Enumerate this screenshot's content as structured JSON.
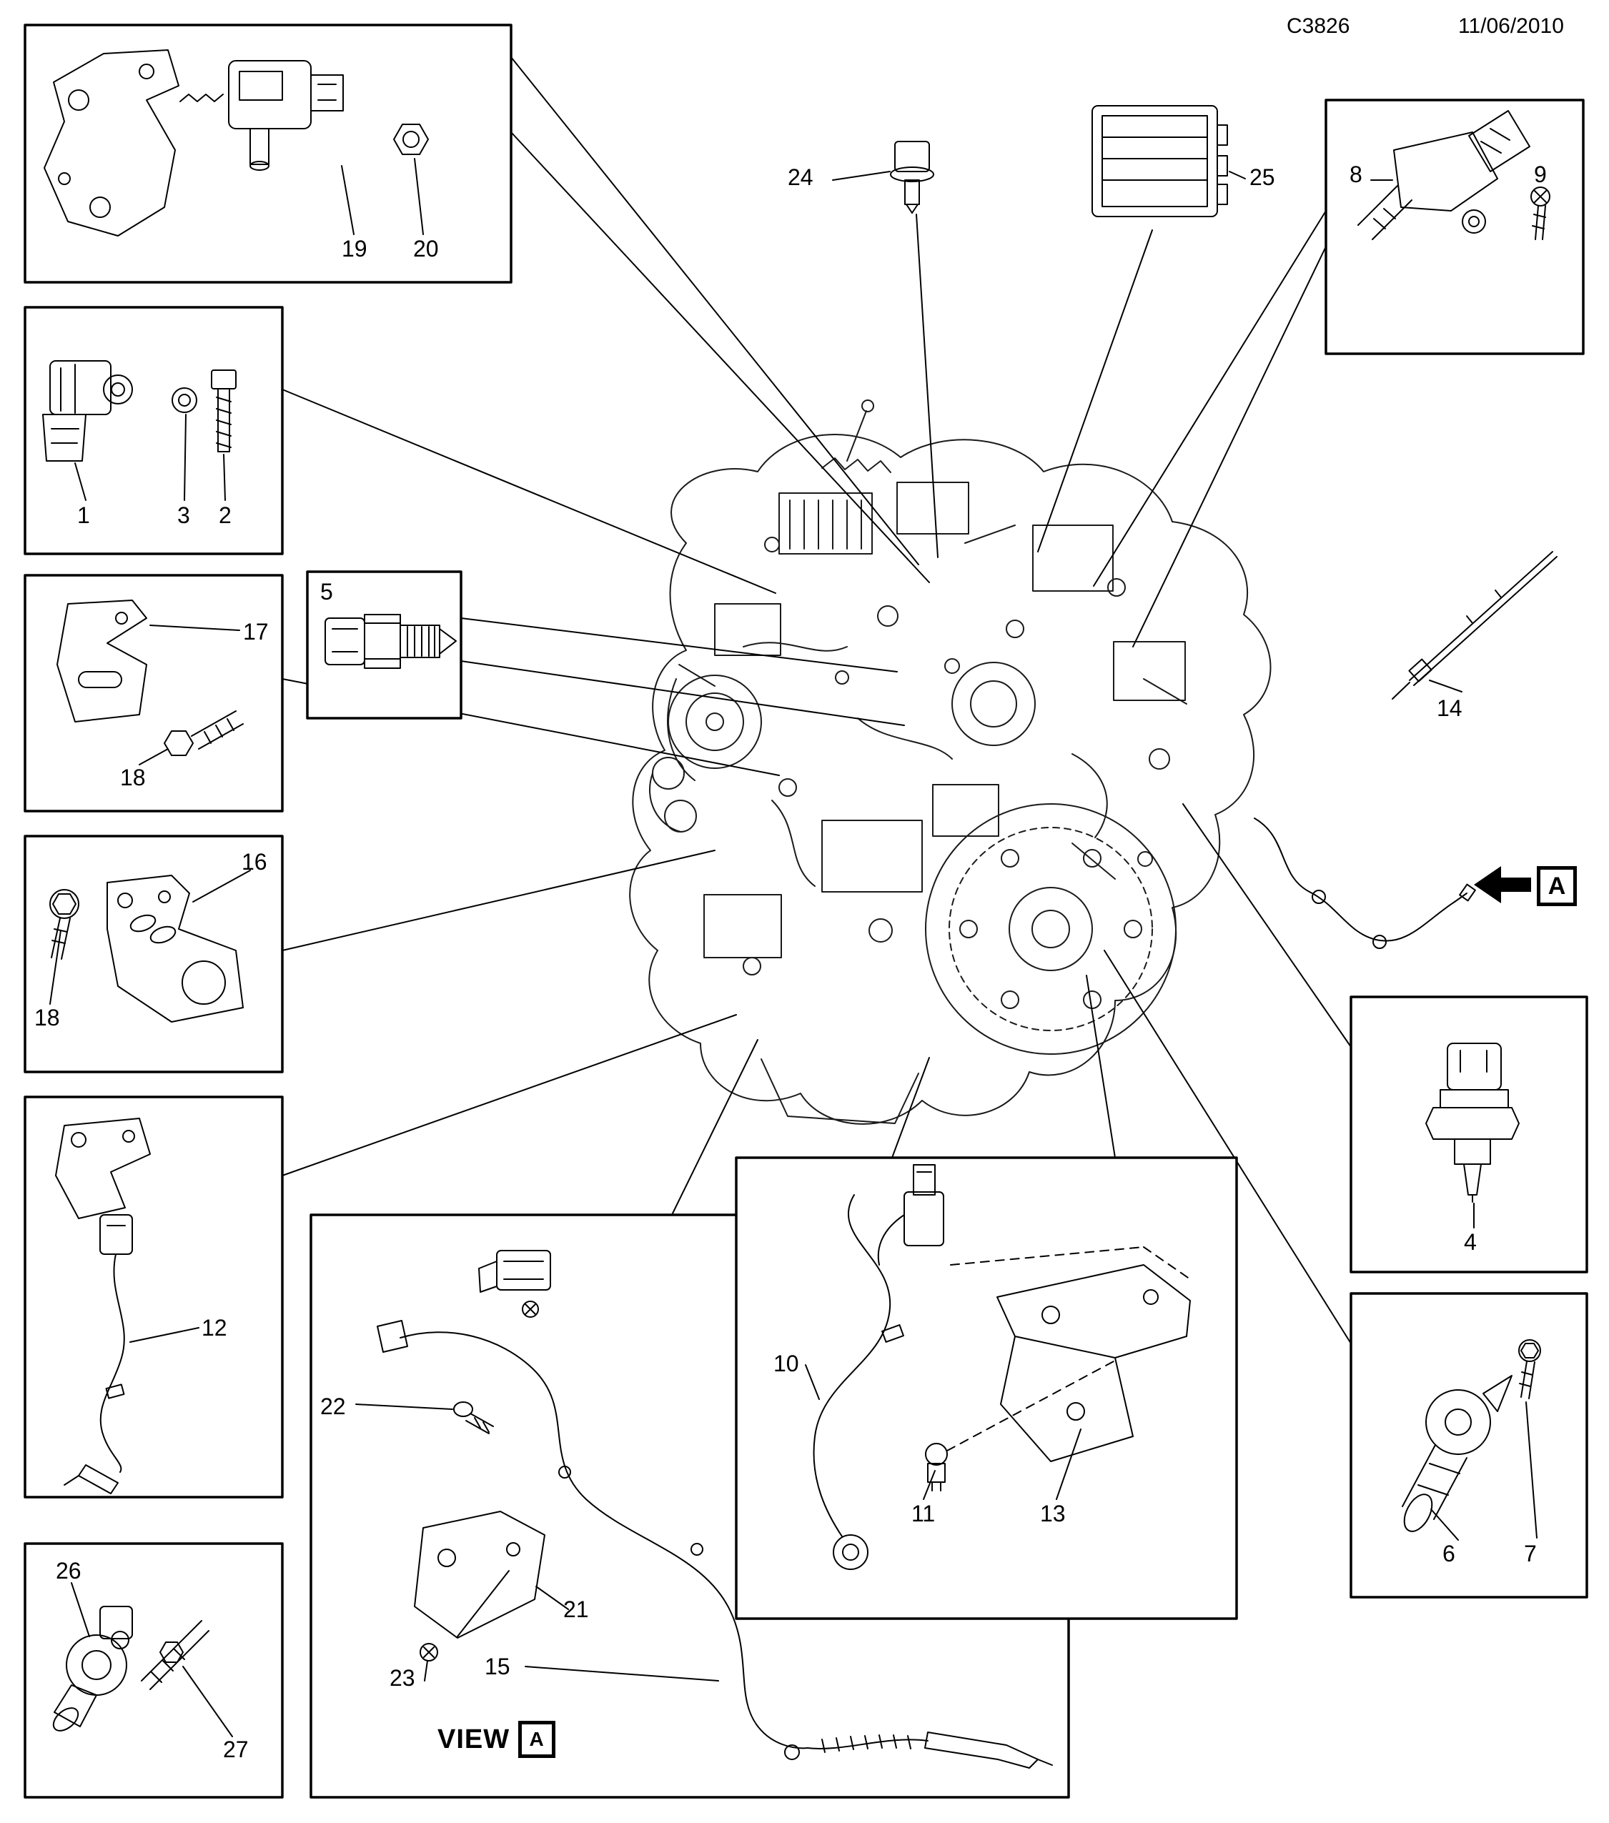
{
  "header": {
    "drawing_code": "C3826",
    "date": "11/06/2010"
  },
  "callouts": {
    "p1": "1",
    "p2": "2",
    "p3": "3",
    "p4": "4",
    "p5": "5",
    "p6": "6",
    "p7": "7",
    "p8": "8",
    "p9": "9",
    "p10": "10",
    "p11": "11",
    "p12": "12",
    "p13": "13",
    "p14": "14",
    "p15": "15",
    "p16": "16",
    "p17": "17",
    "p18": "18",
    "p19": "19",
    "p20": "20",
    "p21": "21",
    "p22": "22",
    "p23": "23",
    "p24": "24",
    "p25": "25",
    "p26": "26",
    "p27": "27"
  },
  "view_label": {
    "prefix": "VIEW",
    "marker": "A"
  },
  "direction_marker": {
    "letter": "A"
  },
  "colors": {
    "line": "#000000",
    "background": "#ffffff"
  }
}
